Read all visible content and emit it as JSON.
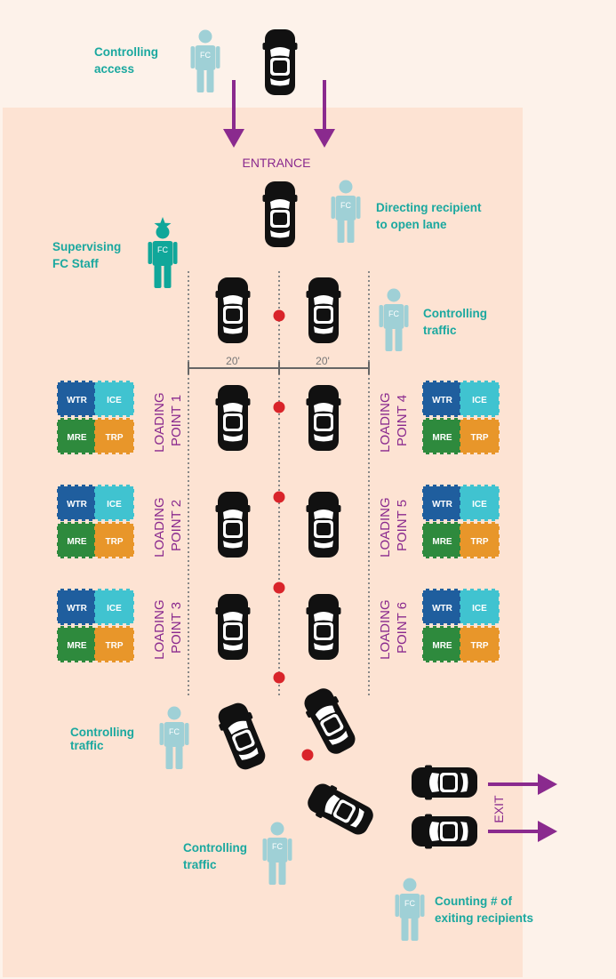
{
  "labels": {
    "entrance": "ENTRANCE",
    "exit": "EXIT",
    "lane_width_left": "20'",
    "lane_width_right": "20'",
    "staff_badge": "FC",
    "roles": {
      "controlling_access": [
        "Controlling",
        "access"
      ],
      "directing_recipient": [
        "Directing recipient",
        "to open lane"
      ],
      "supervising_staff": [
        "Supervising",
        "FC Staff"
      ],
      "controlling_traffic_top": [
        "Controlling",
        "traffic"
      ],
      "controlling_traffic_left": [
        "Controlling",
        "traffic"
      ],
      "controlling_traffic_bottom": [
        "Controlling",
        "traffic"
      ],
      "counting_exiting": [
        "Counting # of",
        "exiting recipients"
      ]
    }
  },
  "loading_points": [
    [
      "LOADING",
      "POINT 1"
    ],
    [
      "LOADING",
      "POINT 2"
    ],
    [
      "LOADING",
      "POINT 3"
    ],
    [
      "LOADING",
      "POINT 4"
    ],
    [
      "LOADING",
      "POINT 5"
    ],
    [
      "LOADING",
      "POINT 6"
    ]
  ],
  "commodities": [
    {
      "code": "WTR",
      "color": "#1f5e9e"
    },
    {
      "code": "ICE",
      "color": "#40c3d0"
    },
    {
      "code": "MRE",
      "color": "#2e8a3d"
    },
    {
      "code": "TRP",
      "color": "#e8962a"
    }
  ],
  "colors": {
    "outer_background": "#fdf2ea",
    "site_area": "#fde3d3",
    "accent_purple": "#8a2a8e",
    "staff_light": "#9fd0d6",
    "staff_supervisor": "#10a79a",
    "role_text": "#1aa89f",
    "cone_red": "#d9242a",
    "lane_line": "#888888",
    "car": "#111111"
  },
  "icons": [
    "staff-person-icon",
    "supervisor-star-icon",
    "car-icon",
    "arrow-icon",
    "traffic-cone-icon",
    "commodity-pallet-icon"
  ]
}
